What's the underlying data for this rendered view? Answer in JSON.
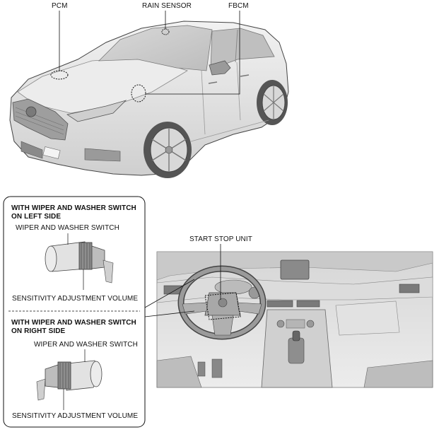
{
  "callouts": {
    "pcm": "PCM",
    "rain_sensor": "RAIN SENSOR",
    "fbcm": "FBCM",
    "start_stop_unit": "START STOP UNIT"
  },
  "inset": {
    "left_section": {
      "heading_line1": "WITH WIPER AND WASHER SWITCH",
      "heading_line2": "ON LEFT SIDE",
      "switch_label": "WIPER AND WASHER SWITCH",
      "volume_label": "SENSITIVITY ADJUSTMENT VOLUME"
    },
    "right_section": {
      "heading_line1": "WITH WIPER AND WASHER SWITCH",
      "heading_line2": "ON RIGHT SIDE",
      "switch_label": "WIPER AND WASHER SWITCH",
      "volume_label": "SENSITIVITY ADJUSTMENT VOLUME"
    }
  },
  "colors": {
    "body_fill": "#e6e6e6",
    "body_shade": "#c8c8c8",
    "dark": "#555555",
    "line": "#111111"
  }
}
